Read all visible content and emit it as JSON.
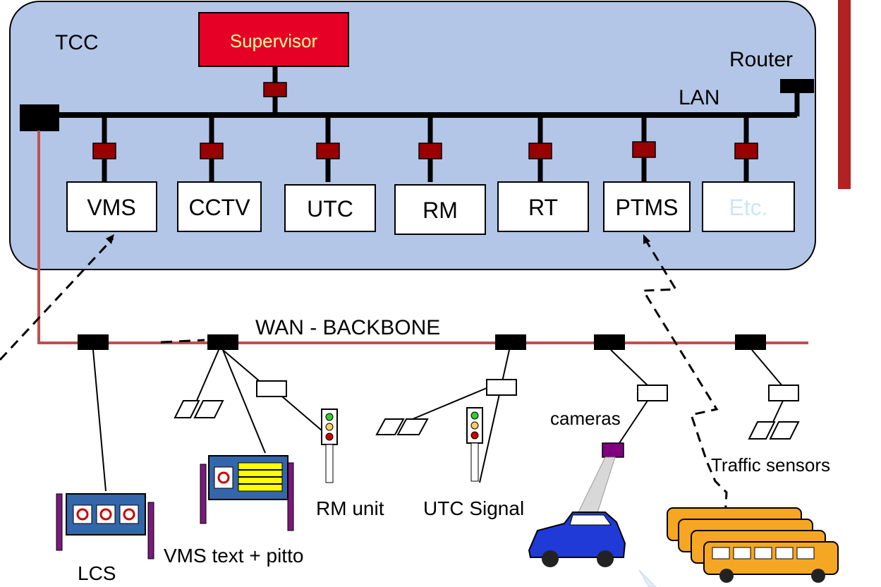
{
  "tcc": {
    "label": "TCC",
    "supervisor": "Supervisor",
    "router": "Router",
    "lan": "LAN",
    "modules": [
      "VMS",
      "CCTV",
      "UTC",
      "RM",
      "RT",
      "PTMS",
      "Etc."
    ]
  },
  "wan": {
    "label": "WAN - BACKBONE"
  },
  "field": {
    "cameras": "cameras",
    "traffic_sensors": "Traffic sensors",
    "rm_unit": "RM unit",
    "utc_signal": "UTC Signal",
    "vms_text": "VMS text + pitto",
    "lcs": "LCS"
  },
  "colors": {
    "tcc_fill": "#b3c6e7",
    "supervisor_fill": "#e60026",
    "supervisor_text": "#ffff99",
    "wan_line": "#c0504d",
    "node_marker": "#990000",
    "etc_text": "#cce6f5",
    "sidebar": "#b22222"
  }
}
